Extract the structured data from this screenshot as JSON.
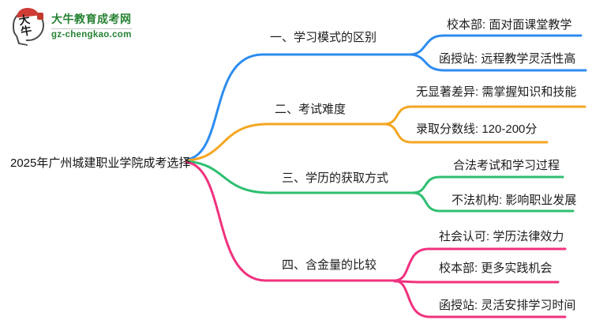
{
  "logo": {
    "mark_text": "大牛",
    "site_name": "大牛教育成考网",
    "site_url": "gz-chengkao.com",
    "brand_green": "#268233",
    "hat_red": "#cf3b35"
  },
  "root": {
    "label": "2025年广州城建职业学院成考选择"
  },
  "branches": [
    {
      "title": "一、学习模式的区别",
      "color": "#2d8cf0",
      "leaves": [
        "校本部: 面对面课堂教学",
        "函授站: 远程教学灵活性高"
      ]
    },
    {
      "title": "二、考试难度",
      "color": "#f5a623",
      "leaves": [
        "无显著差异: 需掌握知识和技能",
        "录取分数线: 120-200分"
      ]
    },
    {
      "title": "三、学历的获取方式",
      "color": "#2fbf71",
      "leaves": [
        "合法考试和学习过程",
        "不法机构: 影响职业发展"
      ]
    },
    {
      "title": "四、含金量的比较",
      "color": "#f0327e",
      "leaves": [
        "社会认可: 学历法律效力",
        "校本部: 更多实践机会",
        "函授站: 灵活安排学习时间"
      ]
    }
  ]
}
